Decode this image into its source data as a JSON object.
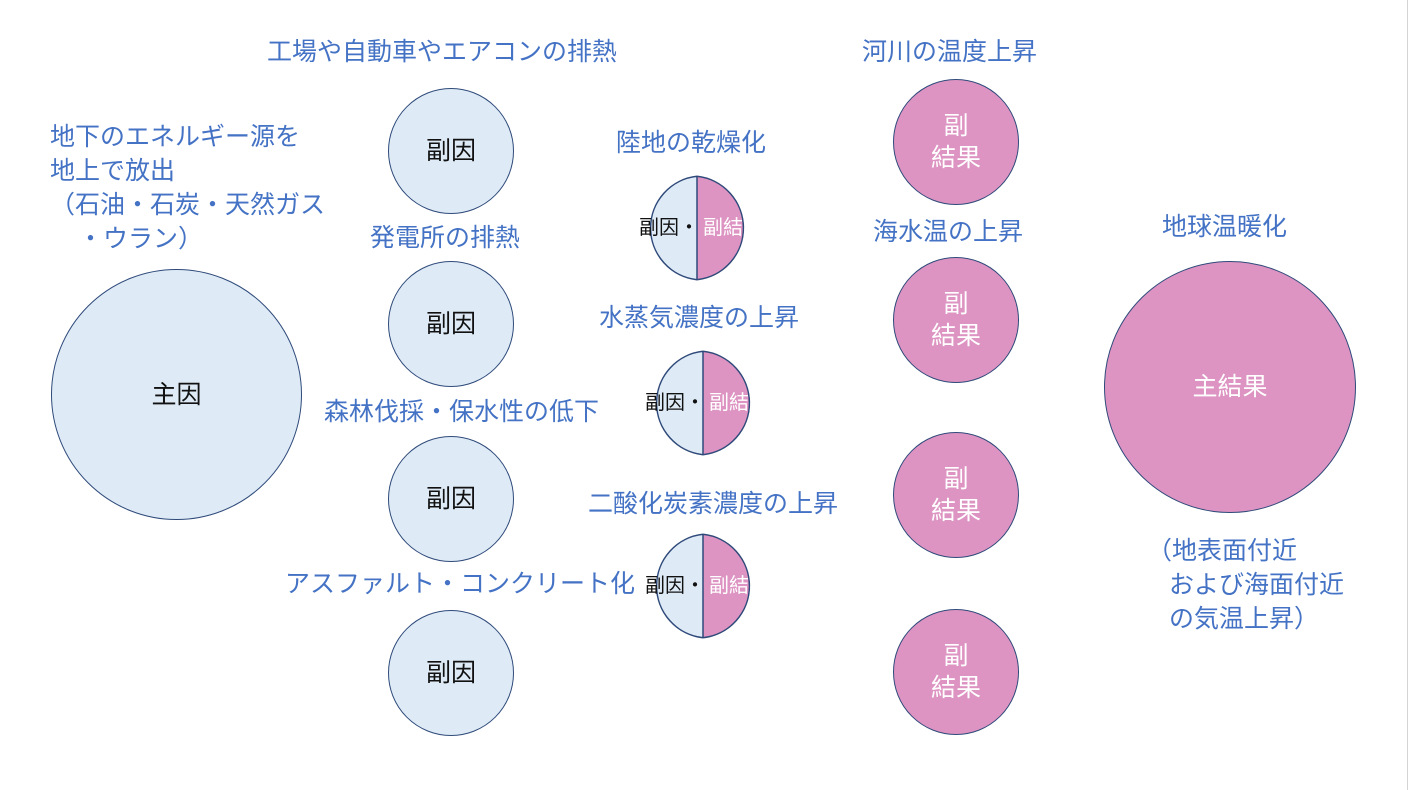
{
  "labels": {
    "fossil": [
      "地下のエネルギー源を",
      "地上で放出",
      "（石油・石炭・天然ガス",
      "・ウラン）"
    ],
    "factory": "工場や自動車やエアコンの排熱",
    "power_plant": "発電所の排熱",
    "forest": "森林伐採・保水性の低下",
    "asphalt": "アスファルト・コンクリート化",
    "dry": "陸地の乾燥化",
    "vapor": "水蒸気濃度の上昇",
    "co2": "二酸化炭素濃度の上昇",
    "river": "河川の温度上昇",
    "sea": "海水温の上昇",
    "warming": "地球温暖化",
    "warming_note": [
      "（地表面付近",
      "および海面付近",
      "の気温上昇）"
    ]
  },
  "nodes": {
    "main_cause": "主因",
    "sub_cause": "副因",
    "sub_effect": [
      "副",
      "結果"
    ],
    "main_effect": "主結果",
    "pair_left": "副因・",
    "pair_right": "副結果"
  },
  "colors": {
    "cause_fill": "#deebf7",
    "effect_fill": "#dd94c2",
    "outline": "#2f4a7a",
    "label_text": "#4472c4"
  }
}
